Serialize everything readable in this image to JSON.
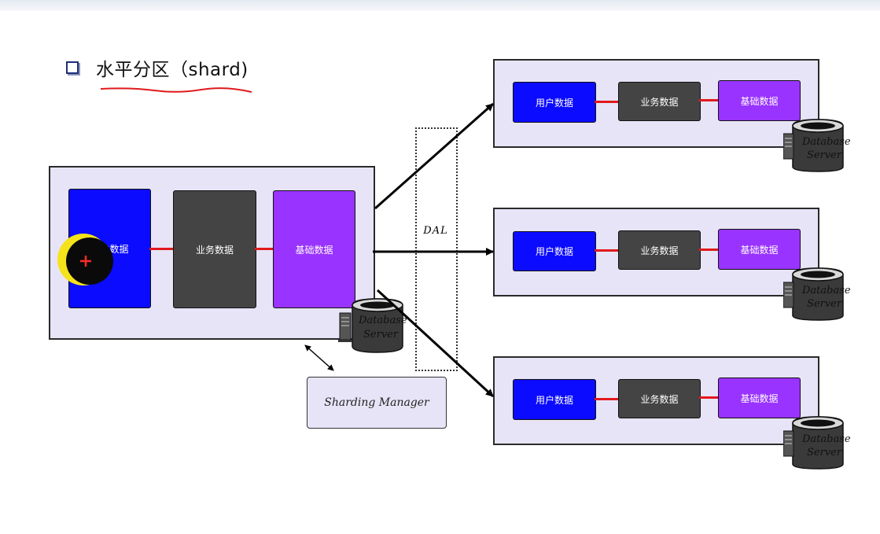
{
  "slide": {
    "title": "水平分区（shard)",
    "bullet_icon": "checkbox-bullet-icon"
  },
  "blocks": {
    "user": "用户数据",
    "biz": "业务数据",
    "base": "基础数据"
  },
  "db": {
    "line1": "Database",
    "line2": "Server"
  },
  "dal_label": "DAL",
  "manager_label": "Sharding Manager",
  "colors": {
    "user_block": "#0b0bff",
    "biz_block": "#444444",
    "base_block": "#9933ff",
    "panel": "#e8e4f7",
    "link": "#e0191c",
    "title_underline": "#e0191c"
  }
}
